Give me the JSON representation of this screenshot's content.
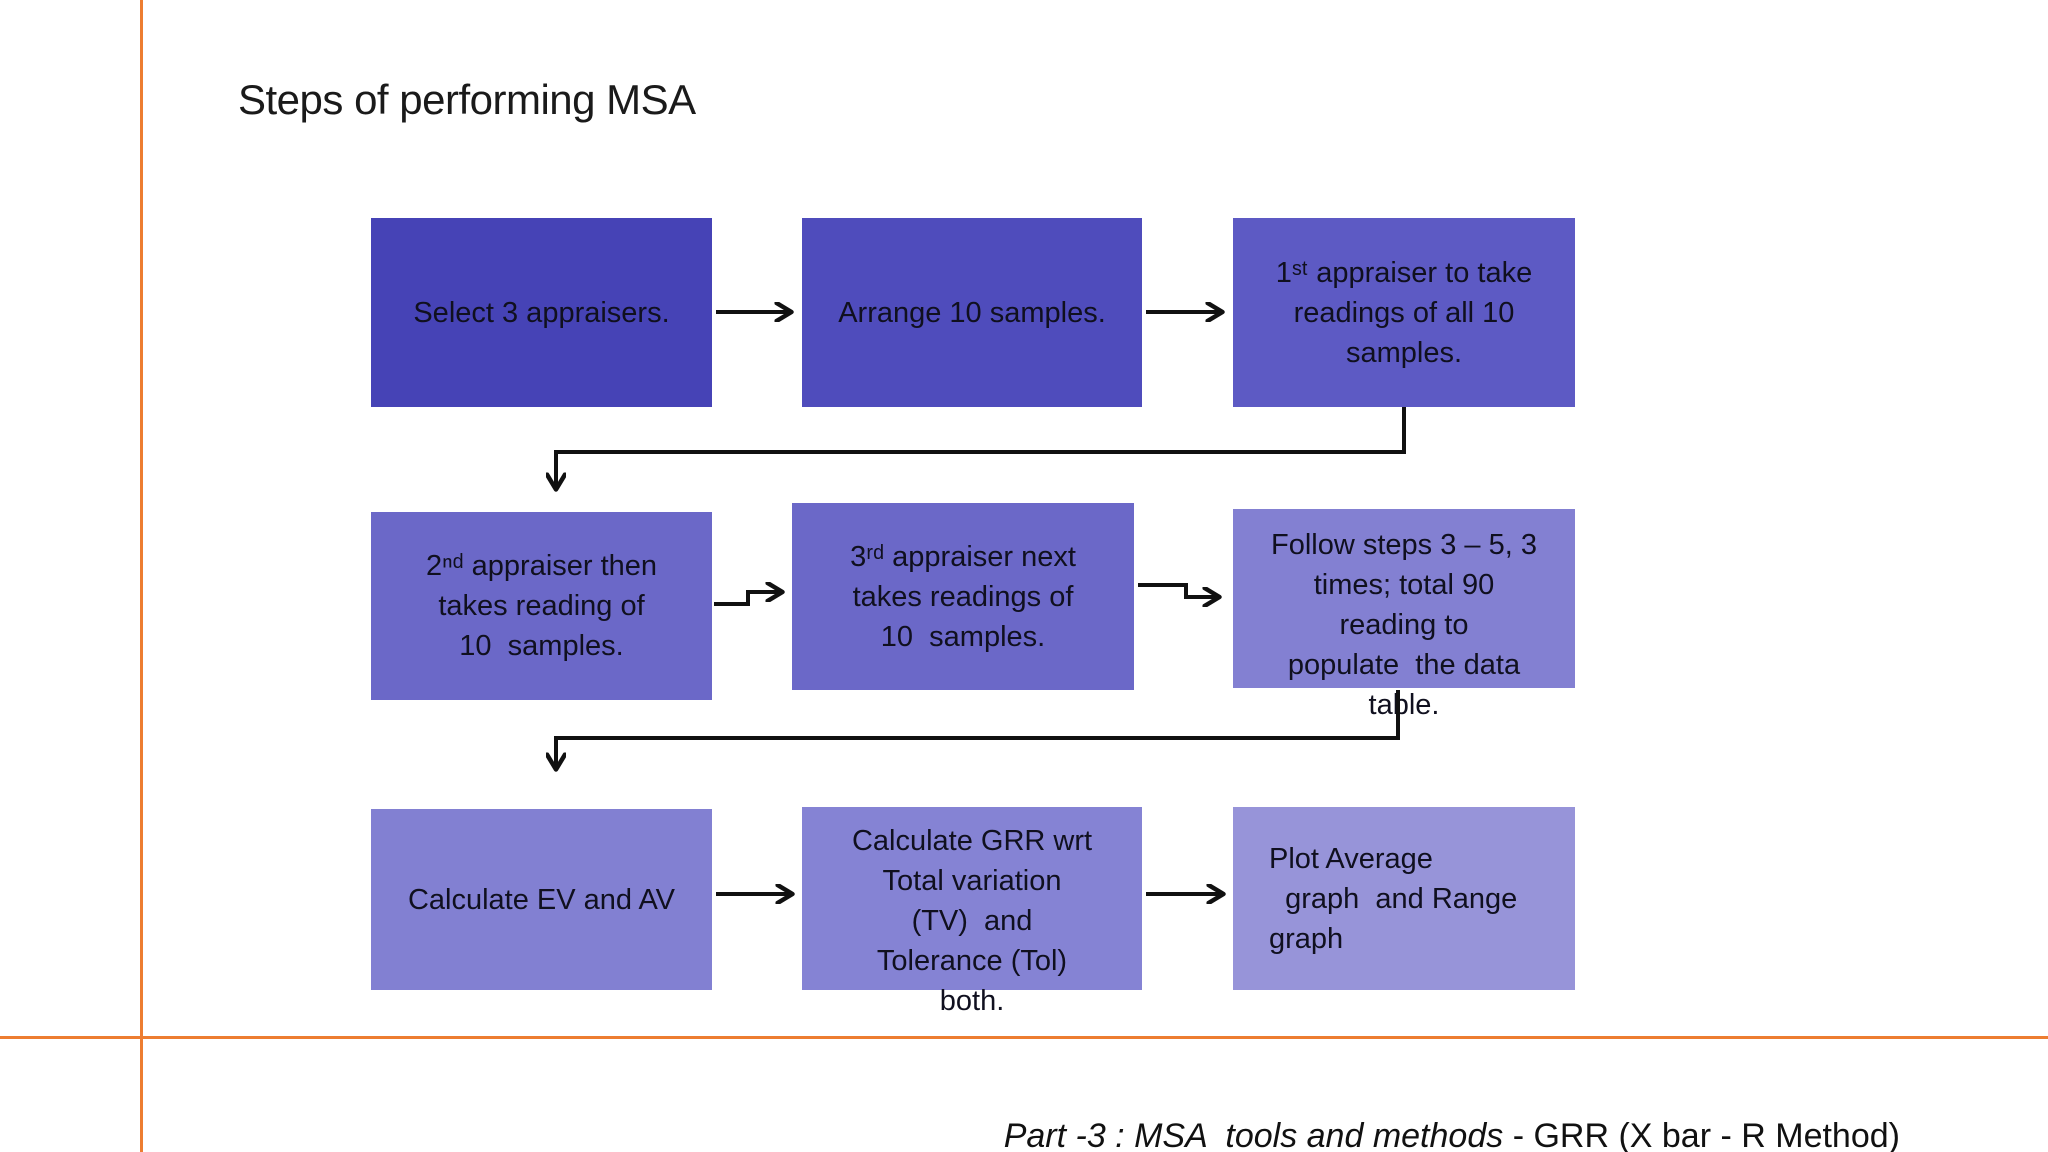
{
  "slide": {
    "title": "Steps of performing MSA",
    "accent_color": "#ED7D31",
    "connector_color": "#111111",
    "boxes": [
      {
        "name": "select-appraisers",
        "text": "Select 3 appraisers.",
        "color": "#4643B6"
      },
      {
        "name": "arrange-samples",
        "text": "Arrange 10 samples.",
        "color": "#4F4CBC"
      },
      {
        "name": "first-appraiser",
        "text": "1ˢᵗ appraiser to take\nreadings of all 10\nsamples.",
        "color": "#5D5AC4"
      },
      {
        "name": "second-appraiser",
        "text": "2ⁿᵈ appraiser then\ntakes reading of\n10  samples.",
        "color": "#6B68C8"
      },
      {
        "name": "third-appraiser",
        "text": "3ʳᵈ appraiser next\ntakes readings of\n10  samples.",
        "color": "#6B68C8"
      },
      {
        "name": "follow-steps",
        "text": "Follow steps 3 – 5, 3\ntimes; total 90\nreading to\npopulate  the data\ntable.",
        "color": "#8380D2"
      },
      {
        "name": "calculate-ev-av",
        "text": "Calculate EV and AV",
        "color": "#8280D2"
      },
      {
        "name": "calculate-grr",
        "text": "Calculate GRR wrt\nTotal variation\n(TV)  and\nTolerance (Tol)\nboth.",
        "color": "#8583D4"
      },
      {
        "name": "plot-graphs",
        "text": "Plot Average\n  graph  and Range\ngraph",
        "color": "#9794D9"
      }
    ],
    "caption": {
      "italic_part": "Part -3 : MSA  tools and methods ",
      "regular_part": "- GRR (X bar - R Method)"
    }
  }
}
